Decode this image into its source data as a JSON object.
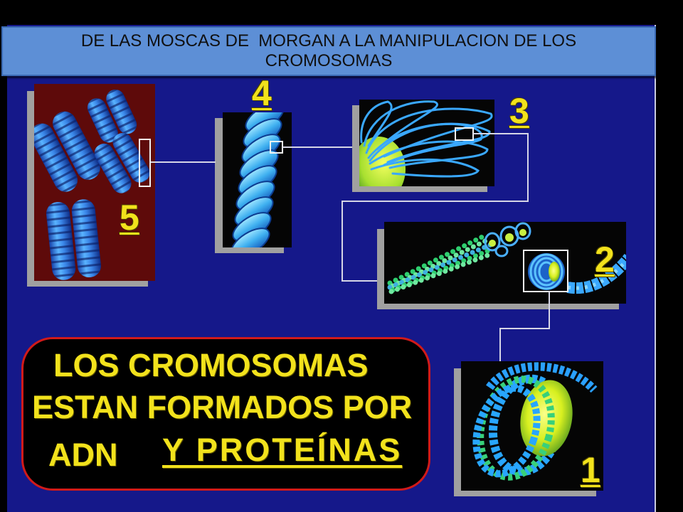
{
  "title": "DE LAS MOSCAS DE  MORGAN A LA MANIPULACION DE LOS CROMOSOMAS",
  "diagram": {
    "panel_1": {
      "label": "1"
    },
    "panel_2": {
      "label": "2"
    },
    "panel_3": {
      "label": "3"
    },
    "panel_4": {
      "label": "4"
    },
    "panel_5": {
      "label": "5"
    }
  },
  "caption": {
    "line_1": "LOS CROMOSOMAS",
    "line_2": "ESTAN FORMADOS POR",
    "line_3_left": "ADN",
    "line_3_right": "Y PROTEÍNAS"
  },
  "colors": {
    "page_background": "#000000",
    "slide_background": "#15188a",
    "title_fill": "#5d8fd6",
    "title_border": "#3b6bb5",
    "title_text": "#101010",
    "caption_text": "#f2e21c",
    "caption_border": "#d11a1a",
    "label_text": "#f2e21c",
    "panel_5_fill": "#5e0a0a",
    "panel_fill": "#050505",
    "panel_shadow": "#a0a0a0",
    "connector": "#d6d6e6"
  }
}
